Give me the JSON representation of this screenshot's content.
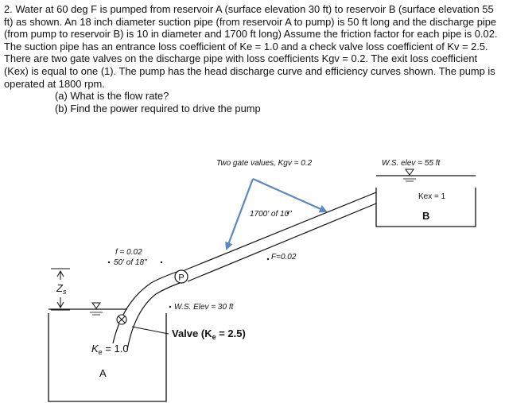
{
  "problem": {
    "statement": "2. Water at 60 deg F is pumped from reservoir A (surface elevation 30 ft) to reservoir B (surface elevation 55 ft) as shown. An 18 inch diameter suction pipe (from reservoir A to pump) is 50 ft long and the discharge pipe (from pump to reservoir B) is 10 in diameter and 1700 ft long) Assume the friction factor for each pipe is 0.02. The suction pipe has an entrance loss coefficient of Ke = 1.0 and a check valve loss coefficient of Kv = 2.5. There are two gate valves on the discharge pipe with loss coefficients Kgv = 0.2. The exit loss coefficient (Kex) is equal to one (1). The pump has the head discharge curve and efficiency curves shown. The pump is operated at 1800 rpm.",
    "part_a": "(a) What is the flow rate?",
    "part_b": "(b) Find the power required to drive the pump"
  },
  "figure": {
    "gate_valves_label": "Two gate values, Kgv = 0.2",
    "ws_elev_b": "W.S. elev = 55 ft",
    "kex_label": "Kex = 1",
    "reservoir_b": "B",
    "discharge_pipe_label": "1700' of 10\"",
    "discharge_f": "F=0.02",
    "suction_f": "f = 0.02",
    "suction_pipe_label": "50' of 18\"",
    "pump_symbol": "P",
    "ws_elev_a": "W.S. Elev = 30 ft",
    "valve_label": "Valve (K",
    "valve_sub": "e",
    "valve_value": " = 2.5)",
    "ke_main": "K",
    "ke_sub": "e",
    "ke_value": " = 1.0",
    "reservoir_a": "A",
    "zs_main": "Z",
    "zs_sub": "s",
    "arrow_color": "#5b87c2"
  }
}
